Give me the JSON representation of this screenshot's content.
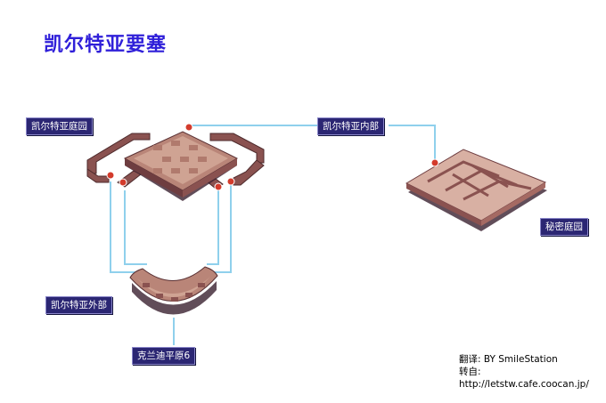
{
  "title": "凯尔特亚要塞",
  "locations": {
    "garden": "凯尔特亚庭园",
    "inner": "凯尔特亚内部",
    "secret": "秘密庭园",
    "outer": "凯尔特亚外部",
    "plains": "克兰迪平原6"
  },
  "credits": {
    "translation": "翻译: BY SmileStation",
    "source": "转自: http://letstw.cafe.coocan.jp/"
  },
  "colors": {
    "connector": "#8fd0ec",
    "label_bg": "#2b2673",
    "title": "#2f1fd9",
    "stone_light": "#d8b0a3",
    "stone_dark": "#6e3d40",
    "portal": "#d33b2c"
  }
}
